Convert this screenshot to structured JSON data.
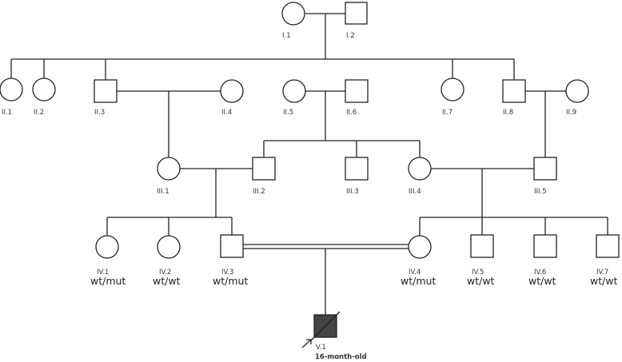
{
  "pedigree": {
    "individuals": [
      {
        "id": "I.1",
        "sex": "female",
        "affected": false
      },
      {
        "id": "I.2",
        "sex": "male",
        "affected": false
      },
      {
        "id": "II.1",
        "sex": "female",
        "affected": false
      },
      {
        "id": "II.2",
        "sex": "female",
        "affected": false
      },
      {
        "id": "II.3",
        "sex": "male",
        "affected": false
      },
      {
        "id": "II.4",
        "sex": "female",
        "affected": false
      },
      {
        "id": "II.5",
        "sex": "female",
        "affected": false
      },
      {
        "id": "II.6",
        "sex": "male",
        "affected": false
      },
      {
        "id": "II.7",
        "sex": "female",
        "affected": false
      },
      {
        "id": "II.8",
        "sex": "male",
        "affected": false
      },
      {
        "id": "II.9",
        "sex": "female",
        "affected": false
      },
      {
        "id": "III.1",
        "sex": "female",
        "affected": false
      },
      {
        "id": "III.2",
        "sex": "male",
        "affected": false
      },
      {
        "id": "III.3",
        "sex": "male",
        "affected": false
      },
      {
        "id": "III.4",
        "sex": "female",
        "affected": false
      },
      {
        "id": "III.5",
        "sex": "male",
        "affected": false
      },
      {
        "id": "IV.1",
        "sex": "female",
        "affected": false,
        "genotype": "wt/mut"
      },
      {
        "id": "IV.2",
        "sex": "female",
        "affected": false,
        "genotype": "wt/wt"
      },
      {
        "id": "IV.3",
        "sex": "male",
        "affected": false,
        "genotype": "wt/mut"
      },
      {
        "id": "IV.4",
        "sex": "female",
        "affected": false,
        "genotype": "wt/mut"
      },
      {
        "id": "IV.5",
        "sex": "male",
        "affected": false,
        "genotype": "wt/wt"
      },
      {
        "id": "IV.6",
        "sex": "male",
        "affected": false,
        "genotype": "wt/wt"
      },
      {
        "id": "IV.7",
        "sex": "male",
        "affected": false,
        "genotype": "wt/wt"
      },
      {
        "id": "V.1",
        "sex": "male",
        "affected": true,
        "deceased": true,
        "proband": true,
        "note": "16-month-old"
      }
    ],
    "couples": [
      [
        "I.1",
        "I.2"
      ],
      [
        "II.3",
        "II.4"
      ],
      [
        "II.5",
        "II.6"
      ],
      [
        "II.8",
        "II.9"
      ],
      [
        "III.1",
        "III.2"
      ],
      [
        "III.4",
        "III.5"
      ],
      [
        "IV.3",
        "IV.4"
      ]
    ],
    "consanguineous": [
      [
        "IV.3",
        "IV.4"
      ]
    ],
    "colors": {
      "line": "#222222",
      "affected_fill": "#444444"
    }
  }
}
